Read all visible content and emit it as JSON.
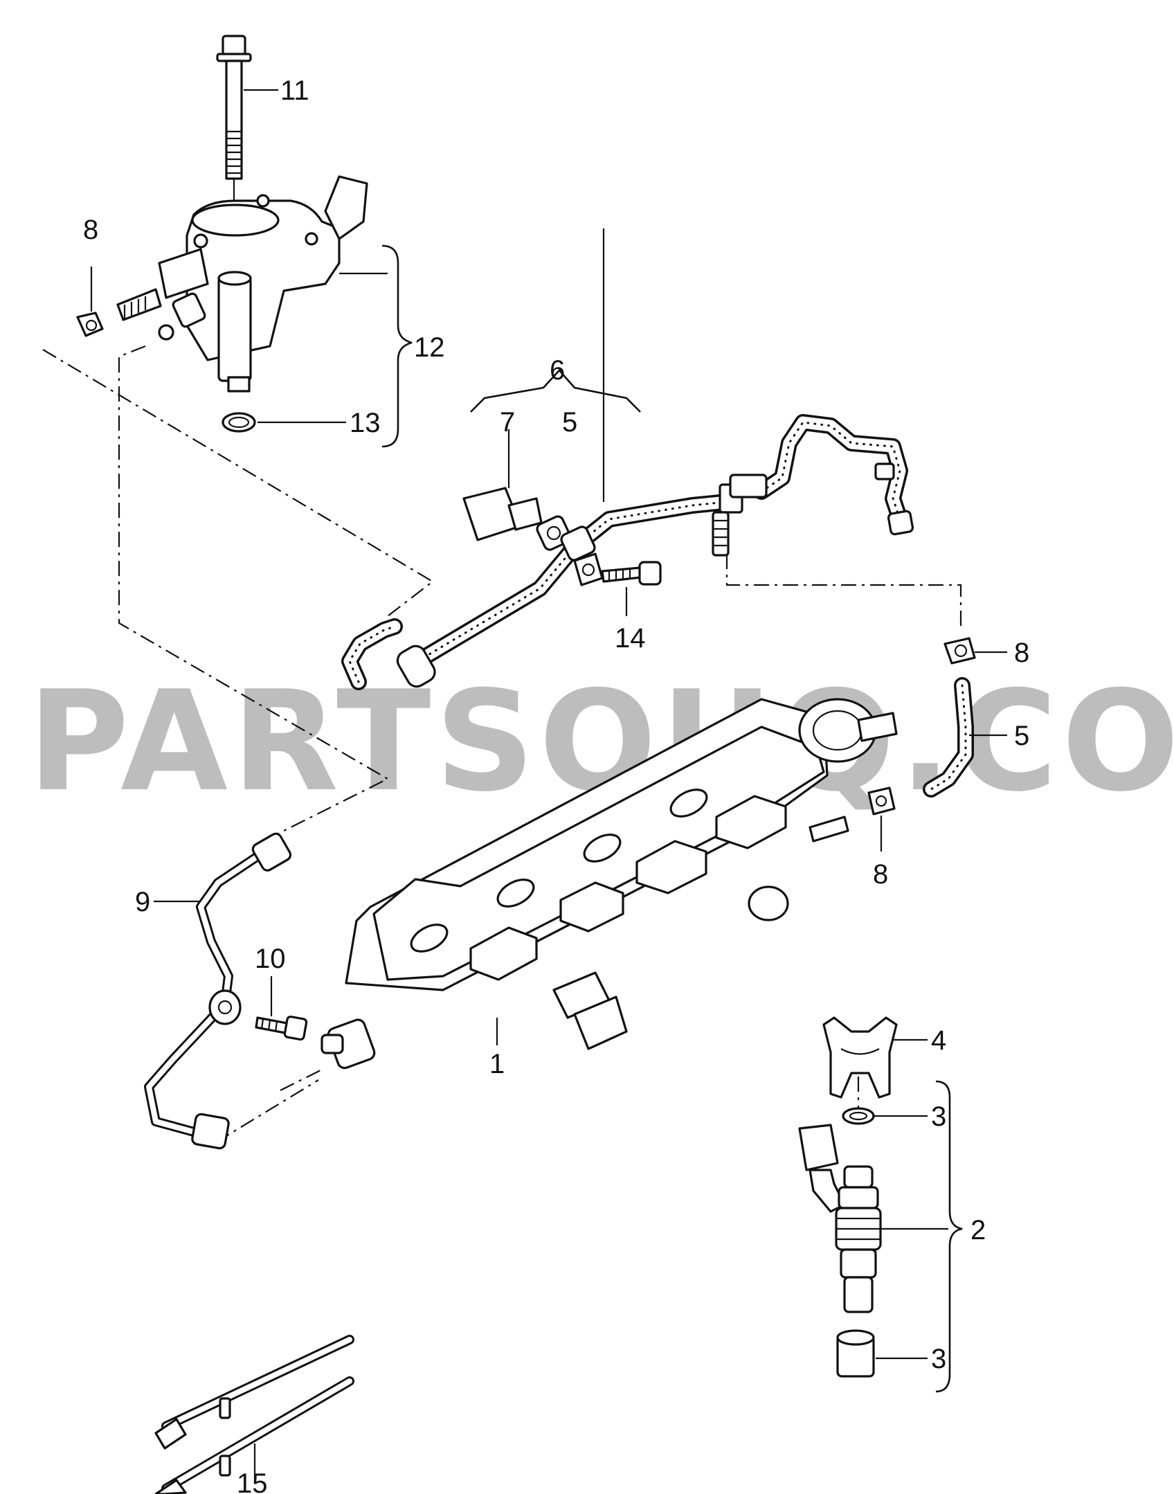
{
  "watermark": "PARTSOUQ.COM",
  "callouts": {
    "c1": "1",
    "c2": "2",
    "c3a": "3",
    "c3b": "3",
    "c4": "4",
    "c5a": "5",
    "c5b": "5",
    "c6": "6",
    "c7": "7",
    "c8a": "8",
    "c8b": "8",
    "c8c": "8",
    "c9": "9",
    "c10": "10",
    "c11": "11",
    "c12": "12",
    "c13": "13",
    "c14": "14",
    "c15": "15"
  }
}
